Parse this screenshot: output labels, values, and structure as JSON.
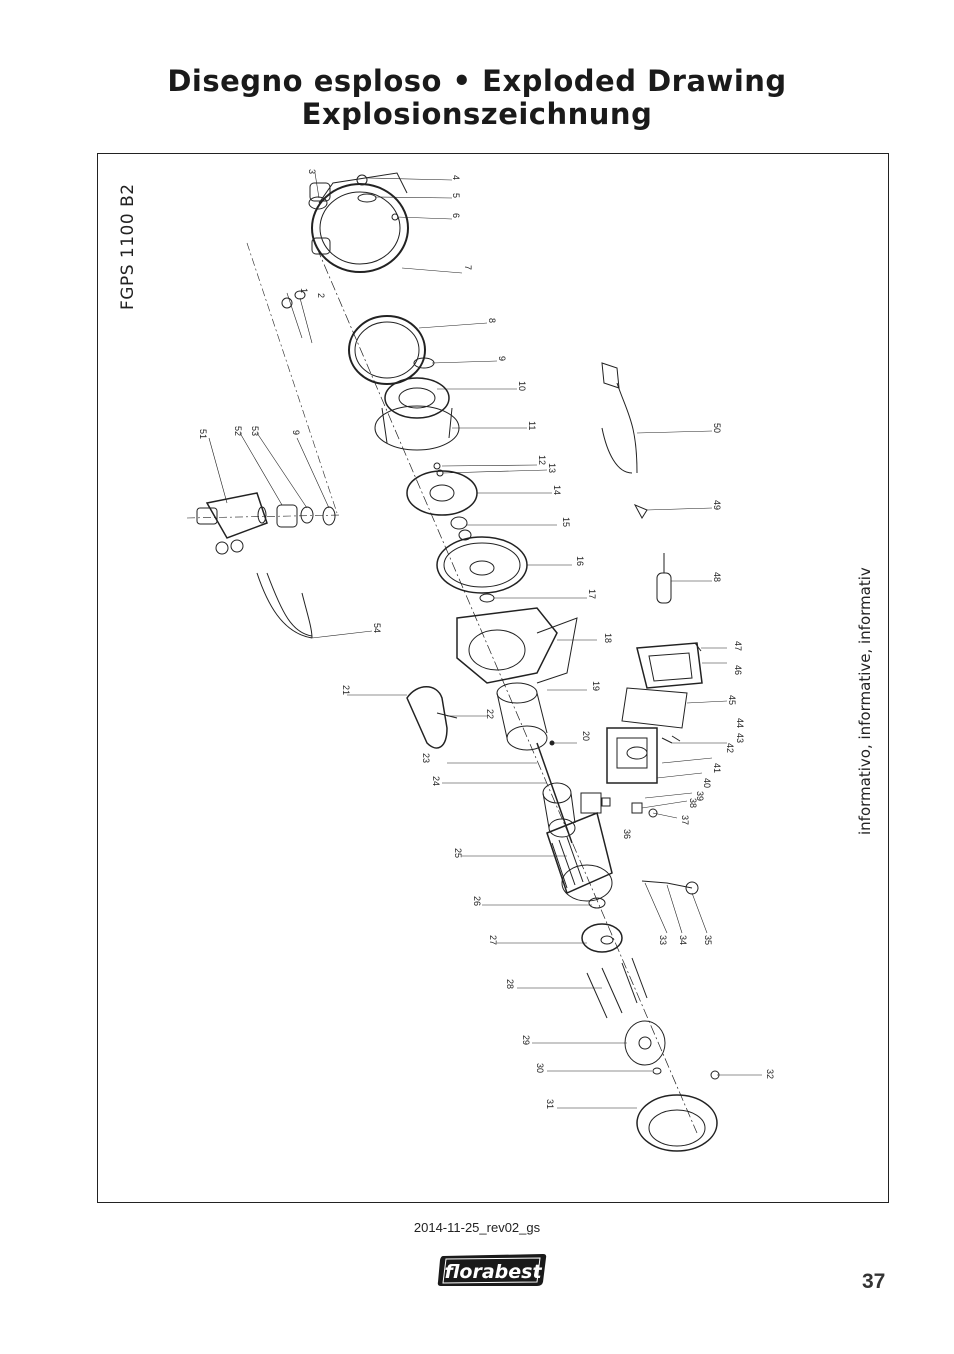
{
  "header": {
    "title_line1": "Disegno esploso • Exploded Drawing",
    "title_line2": "Explosionszeichnung"
  },
  "diagram": {
    "model": "FGPS 1100 B2",
    "side_note": "informativo, informative, informativ",
    "part_numbers": [
      "1",
      "2",
      "3",
      "4",
      "5",
      "6",
      "7",
      "8",
      "9",
      "10",
      "11",
      "12",
      "13",
      "14",
      "15",
      "16",
      "17",
      "18",
      "19",
      "20",
      "21",
      "22",
      "23",
      "24",
      "25",
      "26",
      "27",
      "28",
      "29",
      "30",
      "31",
      "32",
      "33",
      "34",
      "35",
      "36",
      "37",
      "38",
      "39",
      "40",
      "41",
      "42",
      "43",
      "44",
      "45",
      "46",
      "47",
      "48",
      "49",
      "50",
      "51",
      "52",
      "53",
      "9",
      "54"
    ]
  },
  "footer": {
    "revision": "2014-11-25_rev02_gs",
    "brand": "florabest",
    "page_number": "37"
  }
}
